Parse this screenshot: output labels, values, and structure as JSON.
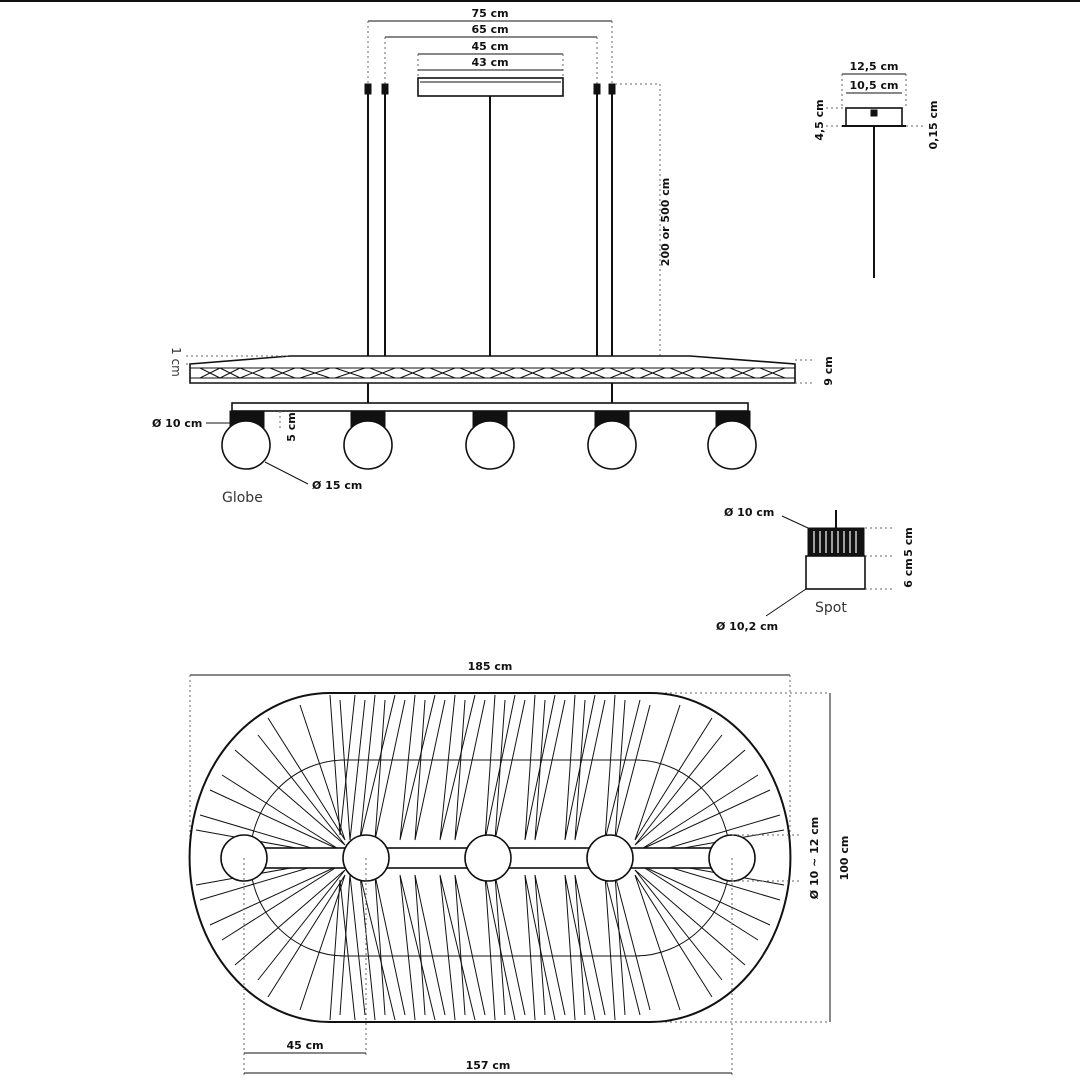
{
  "dimensions": {
    "top_width_75": "75 cm",
    "top_width_65": "65 cm",
    "top_width_45": "45 cm",
    "top_width_43": "43 cm",
    "suspension_length": "200 or 500 cm",
    "ring_gap": "1 cm",
    "ring_height": "9 cm",
    "globe_cap_diameter": "Ø 10 cm",
    "globe_cap_height": "5 cm",
    "globe_diameter": "Ø 15 cm",
    "canopy_outer": "12,5 cm",
    "canopy_inner": "10,5 cm",
    "canopy_height": "4,5 cm",
    "canopy_plate": "0,15 cm",
    "spot_cap_diameter": "Ø 10 cm",
    "spot_cap_height": "5 cm",
    "spot_height": "6 cm",
    "spot_diameter": "Ø 10,2 cm",
    "plan_length": "185 cm",
    "plan_depth": "100 cm",
    "plan_globe_diameter": "Ø 10 ~ 12 cm",
    "plan_spacing": "45 cm",
    "plan_span": "157 cm"
  },
  "labels": {
    "globe": "Globe",
    "spot": "Spot"
  }
}
